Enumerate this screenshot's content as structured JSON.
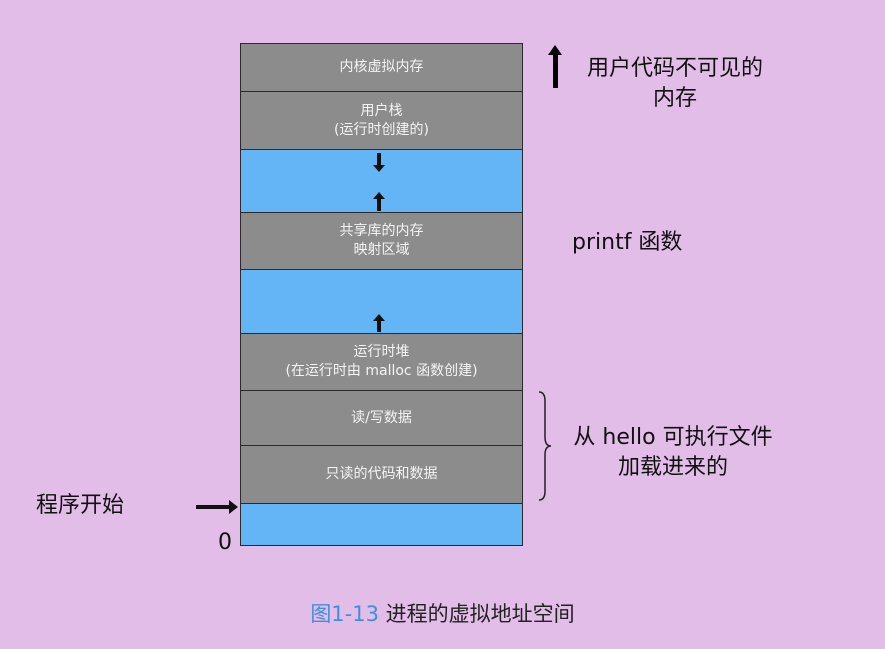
{
  "segments": [
    {
      "id": "kernel",
      "color": "gray",
      "line1": "内核虚拟内存",
      "line2": ""
    },
    {
      "id": "user-stack",
      "color": "gray",
      "line1": "用户栈",
      "line2": "(运行时创建的)"
    },
    {
      "id": "gap-stack",
      "color": "blue",
      "line1": "",
      "line2": ""
    },
    {
      "id": "shared-lib",
      "color": "gray",
      "line1": "共享库的内存",
      "line2": "映射区域"
    },
    {
      "id": "gap-heap",
      "color": "blue",
      "line1": "",
      "line2": ""
    },
    {
      "id": "heap",
      "color": "gray",
      "line1": "运行时堆",
      "line2": "(在运行时由 malloc 函数创建)"
    },
    {
      "id": "rw-data",
      "color": "gray",
      "line1": "读/写数据",
      "line2": ""
    },
    {
      "id": "ro-code",
      "color": "gray",
      "line1": "只读的代码和数据",
      "line2": ""
    },
    {
      "id": "bottom",
      "color": "blue",
      "line1": "",
      "line2": ""
    }
  ],
  "labels": {
    "invisible_line1": "用户代码不可见的",
    "invisible_line2": "内存",
    "printf": "printf 函数",
    "loaded_line1": "从 hello 可执行文件",
    "loaded_line2": "加载进来的",
    "program_start": "程序开始",
    "zero": "0"
  },
  "caption": {
    "figure": "图1-13",
    "title": "进程的虚拟地址空间"
  },
  "colors": {
    "background": "#e2bde8",
    "segment_gray": "#8c8c8c",
    "segment_blue": "#64b5f6",
    "caption_figure": "#3d8fe0"
  }
}
